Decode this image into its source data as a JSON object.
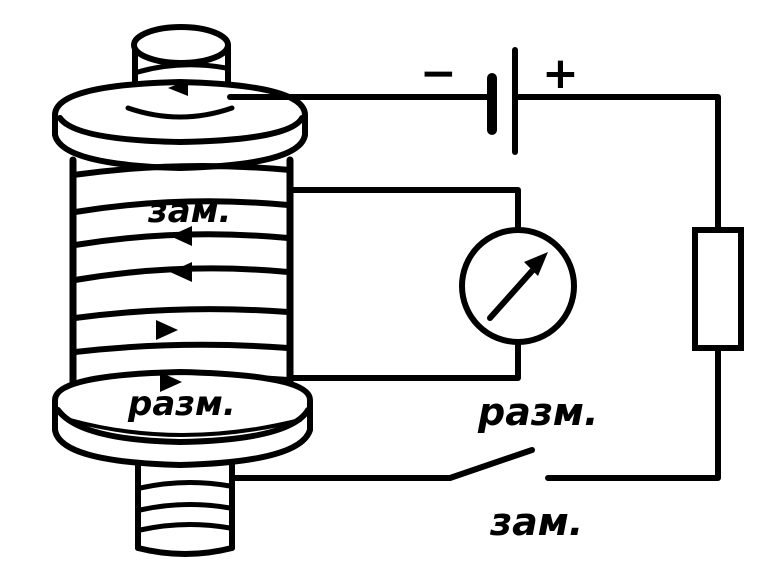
{
  "labels": {
    "coil_top": "зам.",
    "coil_bottom": "разм.",
    "switch_open": "разм.",
    "switch_closed": "зам.",
    "battery_minus": "−",
    "battery_plus": "+"
  },
  "colors": {
    "ink": "#000000",
    "paper": "#ffffff"
  }
}
